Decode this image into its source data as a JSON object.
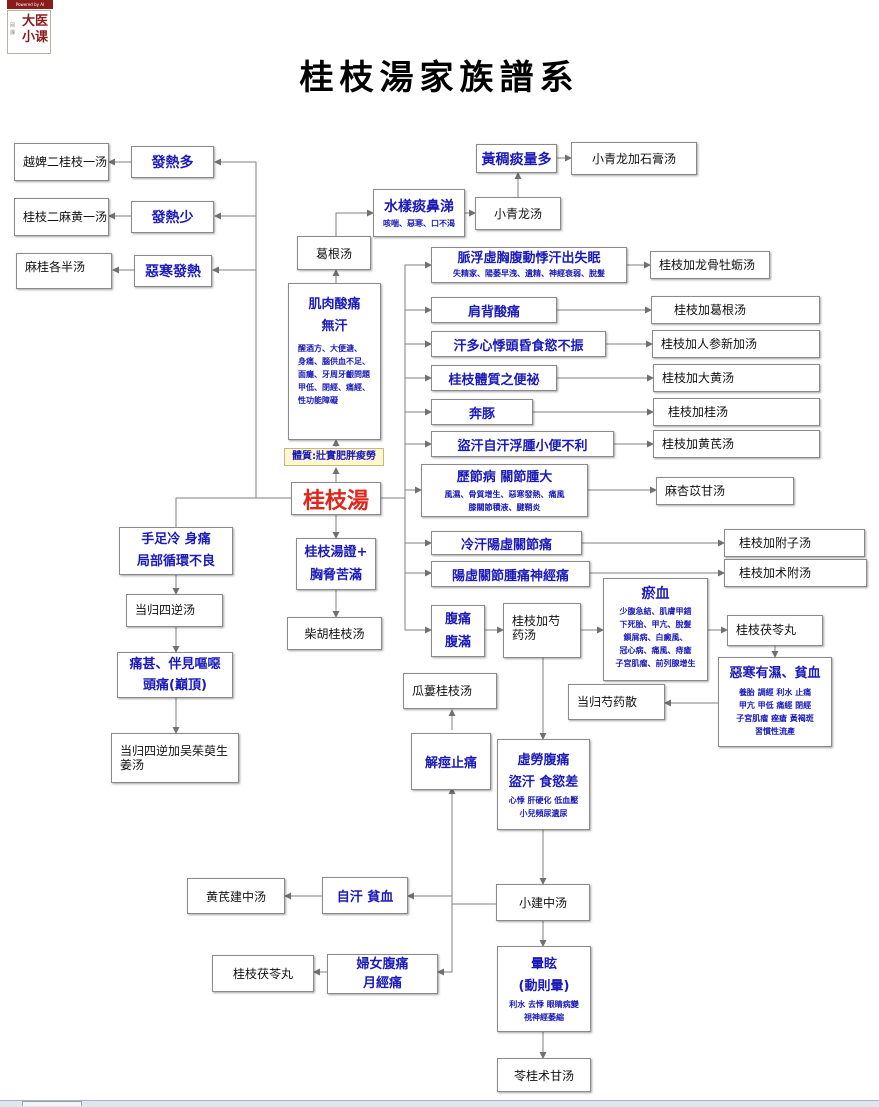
{
  "logo": {
    "header": "Powered by AI",
    "text": "大医\n小课",
    "small": "网課"
  },
  "title": "桂枝湯家族譜系",
  "center": {
    "main": "桂枝湯",
    "tag": "體質:壯實肥胖痠勞"
  },
  "left": {
    "fever_many": "發熱多",
    "fever_many_formula": "越婢二桂枝一汤",
    "fever_few": "發熱少",
    "fever_few_formula": "桂枝二麻黄一汤",
    "aversion_cold": "惡寒發熱",
    "aversion_cold_formula": "麻桂各半汤",
    "cold_limbs": {
      "line1": "手足冷 身痛",
      "line2": "局部循環不良"
    },
    "danggui_sini": "当归四逆汤",
    "severe_pain": {
      "line1": "痛甚、伴見嘔噁",
      "line2": "頭痛(巔頂)"
    },
    "danggui_sini_plus": "当归四逆加吴茱萸生姜汤"
  },
  "upper": {
    "muscle": {
      "line1": "肌肉酸痛",
      "line2": "無汗",
      "details": [
        "醒酒方、大便溏、",
        "身痛、腦供血不足、",
        "面癱、牙周牙齦問題",
        "甲低、閉經、痛經、",
        "性功能障礙"
      ]
    },
    "gegen": "葛根汤",
    "water_phlegm": {
      "line1": "水樣痰鼻涕",
      "line2": "咳喘、惡寒、口不渴"
    },
    "xiaoqinglong": "小青龙汤",
    "yellow_phlegm": "黃稠痰量多",
    "xiaoqinglong_gypsum": "小青龙加石膏汤"
  },
  "right": [
    {
      "symptom": "脈浮虛胸腹動悸汗出失眠",
      "detail": "失精家、陽萎早洩、遺精、神經衰弱、脫髮",
      "formula": "桂枝加龙骨牡蛎汤"
    },
    {
      "symptom": "肩背酸痛",
      "formula": "桂枝加葛根汤"
    },
    {
      "symptom": "汗多心悸頭昏食慾不振",
      "formula": "桂枝加人参新加汤"
    },
    {
      "symptom": "桂枝體質之便祕",
      "formula": "桂枝加大黄汤"
    },
    {
      "symptom": "奔豚",
      "formula": "桂枝加桂汤"
    },
    {
      "symptom": "盜汗自汗浮腫小便不利",
      "formula": "桂枝加黄芪汤"
    },
    {
      "symptom": "歷節病 關節腫大",
      "detail1": "風濕、骨質增生、惡寒發熱、痛風",
      "detail2": "膝關節積液、腱鞘炎",
      "formula": "麻杏苡甘汤"
    },
    {
      "symptom": "冷汗陽虛關節痛",
      "formula": "桂枝加附子汤"
    },
    {
      "symptom": "陽虛關節腫痛神經痛",
      "formula": "桂枝加术附汤"
    }
  ],
  "lower": {
    "chest_fullness": {
      "line1": "桂枝湯證+",
      "line2": "胸脅苦滿"
    },
    "chaihu": "柴胡桂枝汤",
    "abdominal": {
      "line1": "腹痛",
      "line2": "腹滿"
    },
    "shaoyao": "桂枝加芍药汤",
    "stasis": {
      "title": "瘀血",
      "details": [
        "少腹急結、肌膚甲錯",
        "下死胎、甲亢、脫髮",
        "鎖屑病、白癜風、",
        "冠心病、痛風、痔瘡",
        "子宮肌瘤、前列腺增生"
      ]
    },
    "fuling": "桂枝茯苓丸",
    "aversion_damp": {
      "title": "惡寒有濕、貧血",
      "details": [
        "養胎 調經 利水 止痛",
        "甲亢 甲低 痛經 閉經",
        "子宮肌瘤 痤瘡 黃褐斑",
        "習慣性流產"
      ]
    },
    "danggui_shaoyao": "当归芍药散",
    "gualou": "瓜蔞桂枝汤",
    "spasm": "解痙止痛",
    "deficiency": {
      "line1": "虛勞腹痛",
      "line2": "盜汗 食慾差",
      "details": [
        "心悸 肝硬化 低血壓",
        "小兒頻尿遺尿"
      ]
    },
    "xiaojianzhong": "小建中汤",
    "sweat_anemia": "自汗 貧血",
    "huangqi_jianzhong": "黄芪建中汤",
    "women_pain": {
      "line1": "婦女腹痛",
      "line2": "月經痛"
    },
    "fuling2": "桂枝茯苓丸",
    "dizzy": {
      "line1": "暈眩",
      "line2": "(動則暈)",
      "details": [
        "利水 去悸 眼睛病變",
        "視神經萎縮"
      ]
    },
    "linggui": "苓桂术甘汤"
  }
}
